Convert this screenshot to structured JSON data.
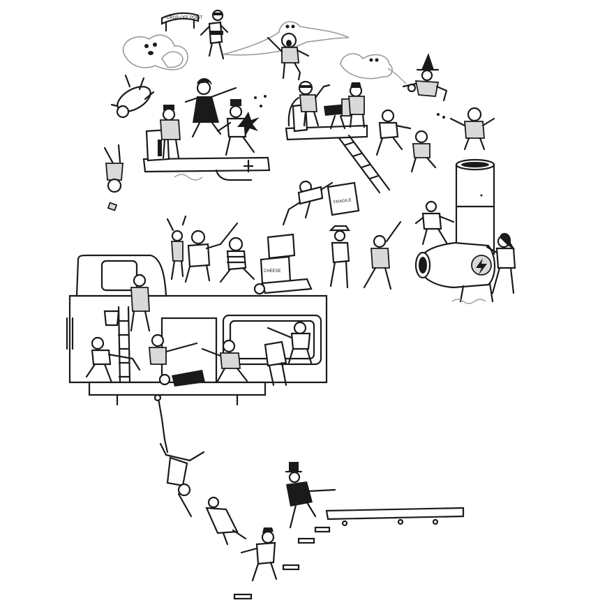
{
  "illustration": {
    "kind": "black-and-white line-art crowd scene",
    "palette": {
      "ink": "#1a1a1a",
      "paper": "#ffffff",
      "shade": "#d9d9d9",
      "ghost_line": "#9a9a9a"
    }
  },
  "signs": {
    "dropoff_banner": "DROP-OFF POINT",
    "crate_1": "FRAGILE",
    "crate_2": "CHEESE"
  },
  "icons": {
    "cannon_emblem": "lightning-bolt-icon",
    "ghosts": "ghost-icon",
    "witch": "witch-hat-icon"
  }
}
